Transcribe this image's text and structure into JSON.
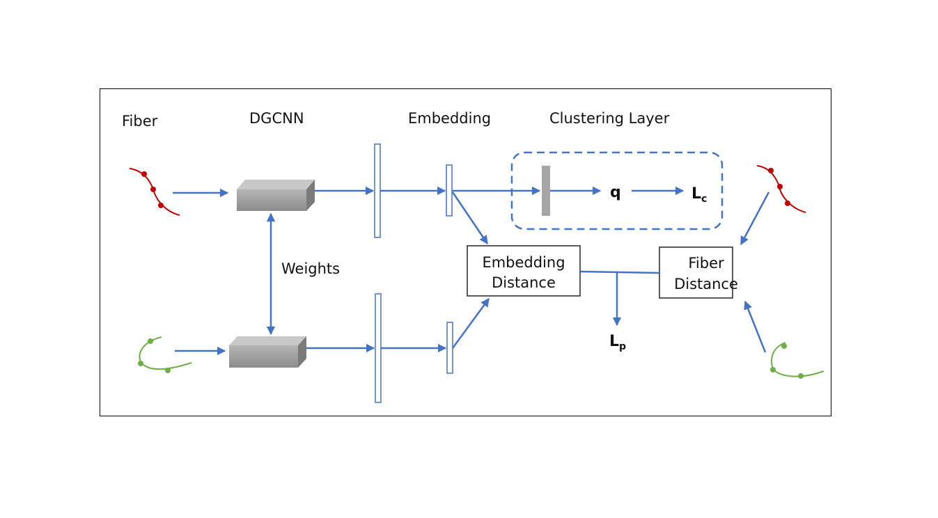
{
  "headers": {
    "fiber": "Fiber",
    "dgcnn": "DGCNN",
    "embedding": "Embedding",
    "clustering_layer": "Clustering Layer"
  },
  "labels": {
    "weights": "Weights",
    "q": "q",
    "lc_main": "L",
    "lc_sub": "c",
    "lp_main": "L",
    "lp_sub": "p"
  },
  "boxes": {
    "embedding_distance": [
      "Embedding",
      "Distance"
    ],
    "fiber_distance": [
      "Fiber",
      "Distance"
    ]
  },
  "colors": {
    "arrow": "#4472c4",
    "fiber_a": "#c00000",
    "fiber_b": "#70ad47",
    "block": "#a6a6a6",
    "cluster_bar": "#a6a6a6"
  }
}
